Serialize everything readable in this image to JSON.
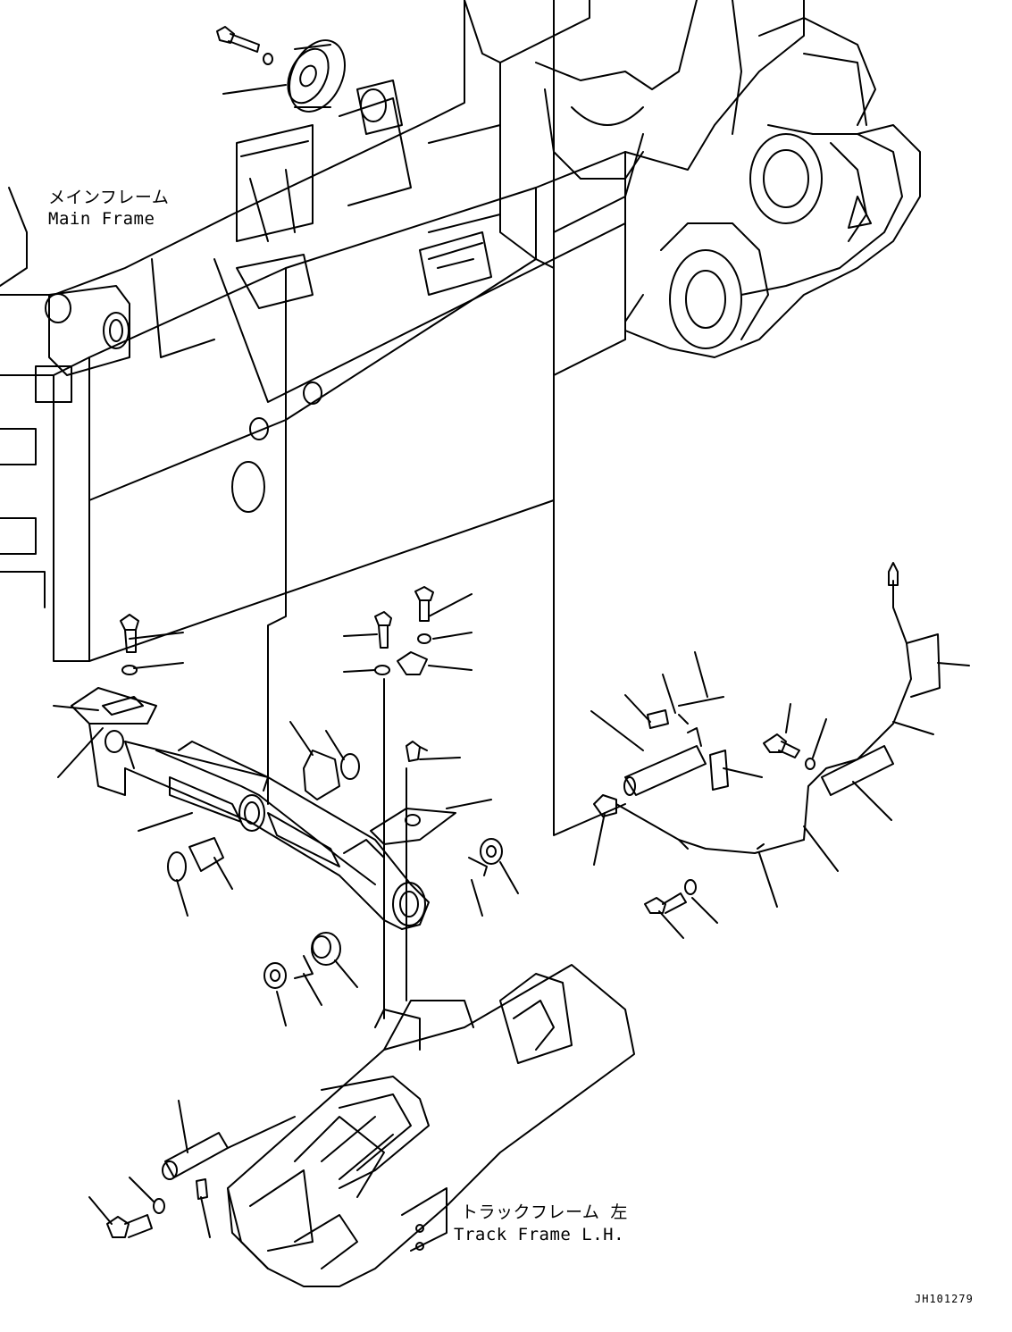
{
  "labels": {
    "main_frame_jp": "メインフレーム",
    "main_frame_en": "Main Frame",
    "track_frame_jp": "トラックフレーム 左",
    "track_frame_en": "Track Frame L.H."
  },
  "figure_id": "JH101279"
}
